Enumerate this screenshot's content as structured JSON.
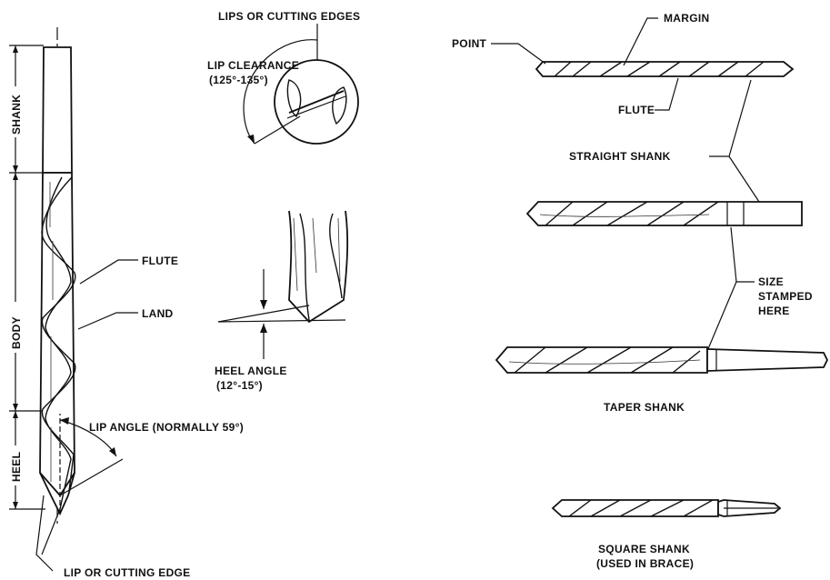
{
  "labels": {
    "lips_or_cutting_edges": "LIPS OR CUTTING EDGES",
    "lip_clearance": "LIP CLEARANCE",
    "lip_clearance_range": "(125°-135°)",
    "shank": "SHANK",
    "body": "BODY",
    "heel": "HEEL",
    "flute_left": "FLUTE",
    "land": "LAND",
    "heel_angle": "HEEL ANGLE",
    "heel_angle_range": "(12°-15°)",
    "lip_angle": "LIP ANGLE (NORMALLY 59°)",
    "lip_or_cutting_edge": "LIP OR CUTTING EDGE",
    "point": "POINT",
    "margin": "MARGIN",
    "flute_right": "FLUTE",
    "straight_shank": "STRAIGHT SHANK",
    "size_line1": "SIZE",
    "size_line2": "STAMPED",
    "size_line3": "HERE",
    "taper_shank": "TAPER SHANK",
    "square_shank_line1": "SQUARE SHANK",
    "square_shank_line2": "(USED IN BRACE)"
  },
  "colors": {
    "ink": "#111111",
    "paper": "#ffffff"
  }
}
